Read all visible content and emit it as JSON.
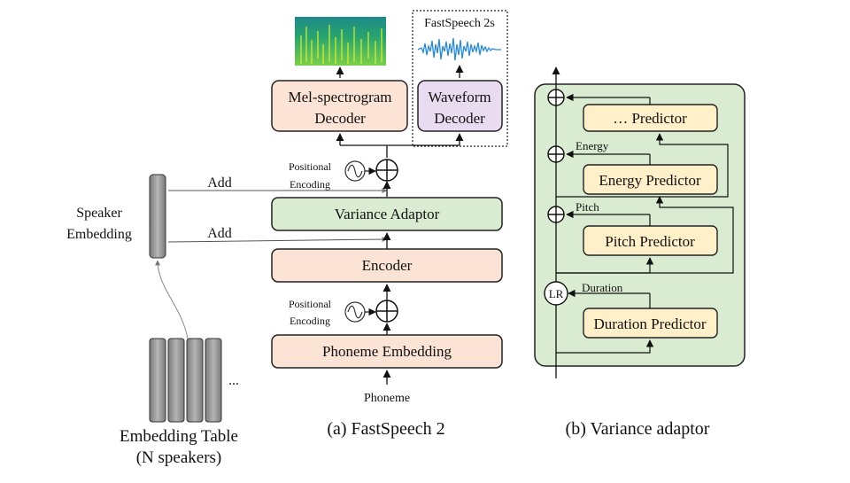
{
  "left_panel": {
    "speaker_embedding": [
      "Speaker",
      "Embedding"
    ],
    "add_top": "Add",
    "add_bottom": "Add",
    "embedding_table": [
      "Embedding Table",
      "(N speakers)"
    ],
    "ellipsis": "..."
  },
  "fastspeech2": {
    "fastspeech2s_title": "FastSpeech 2s",
    "mel_decoder": [
      "Mel-spectrogram",
      "Decoder"
    ],
    "waveform_decoder": [
      "Waveform",
      "Decoder"
    ],
    "positional_encoding_top": [
      "Positional",
      "Encoding"
    ],
    "variance_adaptor": "Variance Adaptor",
    "encoder": "Encoder",
    "positional_encoding_bottom": [
      "Positional",
      "Encoding"
    ],
    "phoneme_embedding": "Phoneme Embedding",
    "phoneme": "Phoneme",
    "caption": "(a) FastSpeech 2"
  },
  "variance_adaptor_detail": {
    "more_predictor": "… Predictor",
    "energy_label": "Energy",
    "energy_predictor": "Energy Predictor",
    "pitch_label": "Pitch",
    "pitch_predictor": "Pitch Predictor",
    "lr": "LR",
    "duration_label": "Duration",
    "duration_predictor": "Duration Predictor",
    "caption": "(b) Variance adaptor"
  },
  "colors": {
    "peach": "#fbe3d6",
    "green": "#d9ecd2",
    "lavender": "#e9dcf0",
    "cream": "#fff0c9",
    "gray_bar": "#9a9a9a"
  }
}
